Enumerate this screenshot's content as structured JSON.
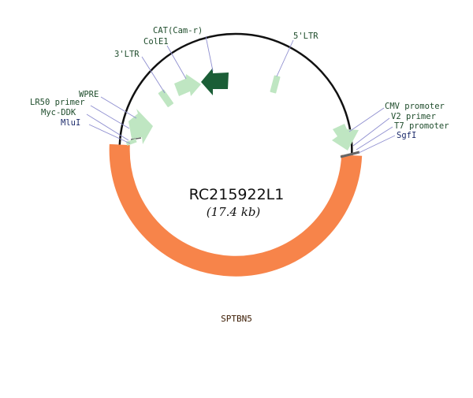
{
  "plasmid": {
    "name": "RC215922L1",
    "size": "(17.4 kb)"
  },
  "colors": {
    "backbone": "#111111",
    "insert": "#f7844a",
    "feature_light": "#bfe6c2",
    "feature_dark": "#1b5e37",
    "label_green": "#1f4d2c",
    "label_navy": "#1c2b6b",
    "leader": "#8f8fd0"
  },
  "features": {
    "insert": {
      "label": "SPTBN5"
    },
    "cat": {
      "label": "CAT(Cam-r)"
    },
    "cole1": {
      "label": "ColE1"
    },
    "ltr3": {
      "label": "3'LTR"
    },
    "ltr5": {
      "label": "5'LTR"
    },
    "wpre": {
      "label": "WPRE"
    },
    "lr50": {
      "label": "LR50 primer"
    },
    "mycddk": {
      "label": "Myc-DDK"
    },
    "mlui": {
      "label": "MluI"
    },
    "cmv": {
      "label": "CMV promoter"
    },
    "v2": {
      "label": "V2 primer"
    },
    "t7": {
      "label": "T7 promoter"
    },
    "sgfi": {
      "label": "SgfI"
    }
  }
}
